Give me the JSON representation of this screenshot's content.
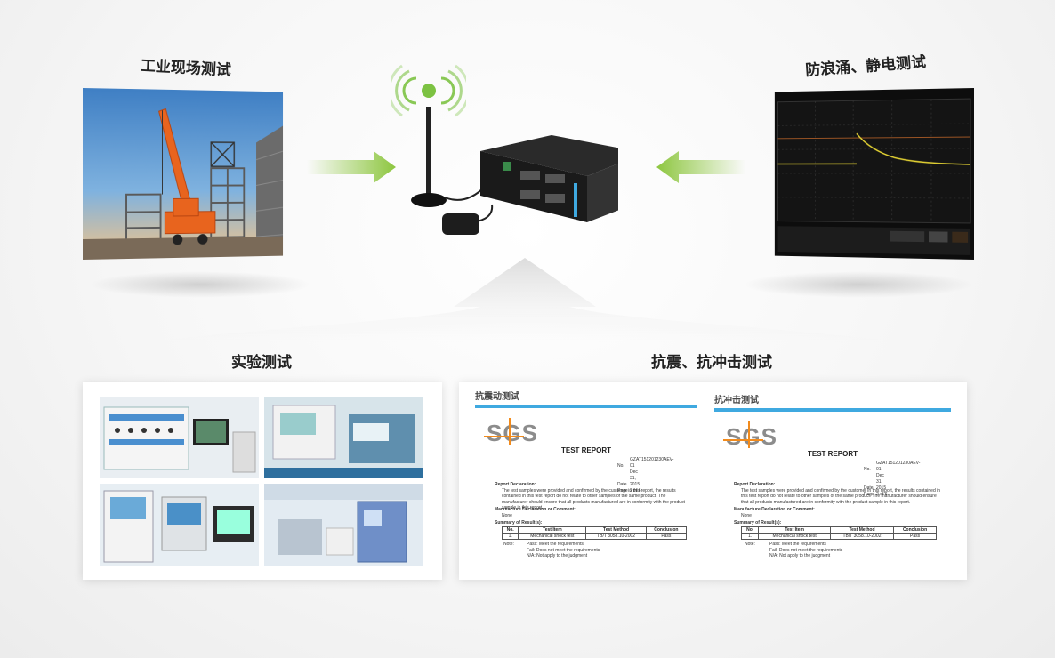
{
  "titles": {
    "field_test": "工业现场测试",
    "surge_test": "防浪涌、静电测试",
    "lab_test": "实验测试",
    "vibration_test": "抗震、抗冲击测试"
  },
  "reports": [
    {
      "tag": "抗震动测试",
      "brand": "SGS",
      "title": "TEST REPORT",
      "meta": [
        {
          "k": "No.",
          "v": "GZAT151201230AEV-01"
        },
        {
          "k": "Date",
          "v": "Dec 31, 2015"
        },
        {
          "k": "Page",
          "v": "2 of 6"
        }
      ],
      "declaration_heading": "Report Declaration:",
      "declaration_text": "The test samples were provided and confirmed by the customer in this report, the results contained in this test report do not relate to other samples of the same product. The manufacturer should ensure that all products manufactured are in conformity with the product sample in this report.",
      "manufacture_heading": "Manufacture Declaration or Comment:",
      "manufacture_value": "None",
      "summary_heading": "Summary of Result(s):",
      "table_header": [
        "No.",
        "Test Item",
        "Test Method",
        "Conclusion"
      ],
      "table_row": [
        "1.",
        "Mechanical shock test",
        "TB/T 3058.10-2002",
        "Pass"
      ],
      "note_label": "Note:",
      "notes": [
        "Pass: Meet the requirements",
        "Fail: Does not meet the requirements",
        "N/A: Not apply to the judgment"
      ]
    },
    {
      "tag": "抗冲击测试",
      "brand": "SGS",
      "title": "TEST REPORT",
      "meta": [
        {
          "k": "No.",
          "v": "GZAT151201230AEV-01"
        },
        {
          "k": "Date",
          "v": "Dec 31, 2015"
        },
        {
          "k": "Page",
          "v": "2 of 6"
        }
      ],
      "declaration_heading": "Report Declaration:",
      "declaration_text": "The test samples were provided and confirmed by the customer in this report, the results contained in this test report do not relate to other samples of the same product. The manufacturer should ensure that all products manufactured are in conformity with the product sample in this report.",
      "manufacture_heading": "Manufacture Declaration or Comment:",
      "manufacture_value": "None",
      "summary_heading": "Summary of Result(s):",
      "table_header": [
        "No.",
        "Test Item",
        "Test Method",
        "Conclusion"
      ],
      "table_row": [
        "1.",
        "Mechanical shock test",
        "TB/T 3058.10-2002",
        "Pass"
      ],
      "note_label": "Note:",
      "notes": [
        "Pass: Meet the requirements",
        "Fail: Does not meet the requirements",
        "N/A: Not apply to the judgment"
      ]
    }
  ],
  "colors": {
    "arrow_green": "#8dc63f",
    "signal_green": "#7cc242",
    "report_bar": "#3fa9e0",
    "sgs_orange": "#f28b1c",
    "crane_orange": "#e8641e",
    "scope_trace": "#e3d233"
  },
  "icons": [
    "wireless-signal-icon",
    "right-arrow-icon",
    "left-arrow-icon",
    "up-arrow-icon"
  ]
}
